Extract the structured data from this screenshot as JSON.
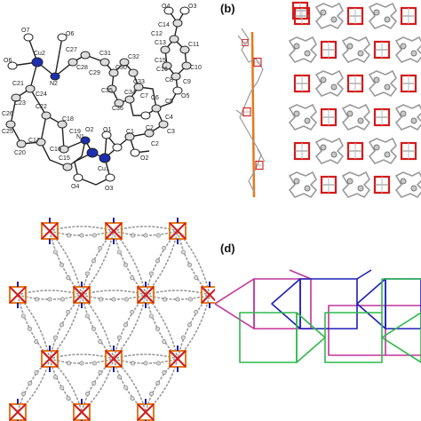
{
  "panels": {
    "a": {
      "label": "",
      "atoms": [
        {
          "t": "O4"
        },
        {
          "t": "O3"
        },
        {
          "t": "C14"
        },
        {
          "t": "O7"
        },
        {
          "t": "O6"
        },
        {
          "t": "Cu2"
        },
        {
          "t": "C27"
        },
        {
          "t": "O6"
        },
        {
          "t": "N2"
        },
        {
          "t": "C28"
        },
        {
          "t": "C31"
        },
        {
          "t": "C13"
        },
        {
          "t": "C12"
        },
        {
          "t": "C11"
        },
        {
          "t": "C15"
        },
        {
          "t": "C10"
        },
        {
          "t": "C29"
        },
        {
          "t": "C30"
        },
        {
          "t": "C32"
        },
        {
          "t": "C16"
        },
        {
          "t": "C9"
        },
        {
          "t": "C8"
        },
        {
          "t": "C33"
        },
        {
          "t": "C35"
        },
        {
          "t": "C34"
        },
        {
          "t": "C7"
        },
        {
          "t": "C6"
        },
        {
          "t": "O5"
        },
        {
          "t": "C5"
        },
        {
          "t": "C23"
        },
        {
          "t": "C22"
        },
        {
          "t": "C36"
        },
        {
          "t": "C4"
        },
        {
          "t": "C18"
        },
        {
          "t": "C19"
        },
        {
          "t": "N1"
        },
        {
          "t": "O1"
        },
        {
          "t": "C1"
        },
        {
          "t": "C2"
        },
        {
          "t": "C3"
        },
        {
          "t": "C17"
        },
        {
          "t": "C16"
        },
        {
          "t": "C20"
        },
        {
          "t": "C15"
        },
        {
          "t": "O2"
        },
        {
          "t": "Cu1"
        },
        {
          "t": "O2"
        },
        {
          "t": "O4"
        },
        {
          "t": "O3"
        },
        {
          "t": "C21"
        },
        {
          "t": "C26"
        },
        {
          "t": "C2"
        },
        {
          "t": "C25"
        },
        {
          "t": "C24"
        }
      ]
    },
    "b": {
      "label": "(b)"
    },
    "c": {
      "label": ""
    },
    "d": {
      "label": "(d)"
    }
  },
  "colors": {
    "copper": "#1c2fb0",
    "oxygen": "#d41a1a",
    "carbon": "#9a9a9a",
    "rod": "#e6791b",
    "net_magenta": "#c1349a",
    "net_blue": "#1f1fb8",
    "net_green": "#2db84a"
  }
}
